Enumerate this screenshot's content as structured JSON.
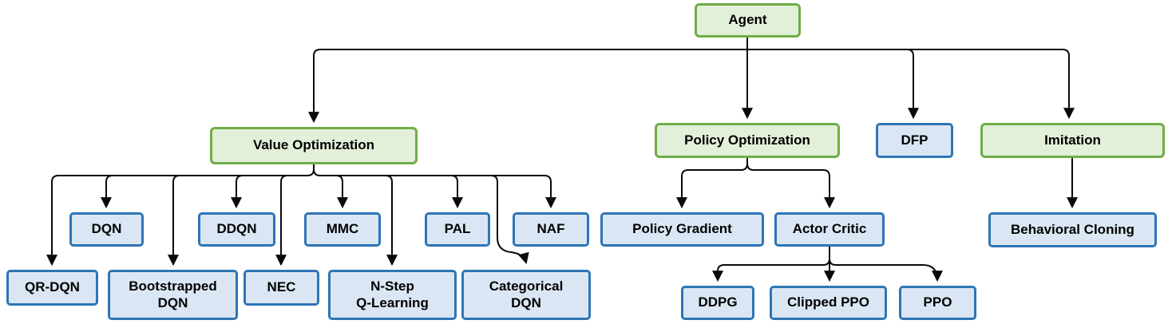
{
  "diagram": {
    "type": "tree",
    "colors": {
      "category_fill": "#e2efd9",
      "category_border": "#70ad47",
      "algorithm_fill": "#dae6f3",
      "algorithm_border": "#2e75b6",
      "edge_color": "#0a0a0a",
      "background": "#ffffff",
      "text": "#000000"
    },
    "nodes": {
      "agent": {
        "label": "Agent",
        "type": "category"
      },
      "value_optimization": {
        "label": "Value Optimization",
        "type": "category"
      },
      "policy_optimization": {
        "label": "Policy Optimization",
        "type": "category"
      },
      "dfp": {
        "label": "DFP",
        "type": "algorithm"
      },
      "imitation": {
        "label": "Imitation",
        "type": "category"
      },
      "dqn": {
        "label": "DQN",
        "type": "algorithm"
      },
      "ddqn": {
        "label": "DDQN",
        "type": "algorithm"
      },
      "mmc": {
        "label": "MMC",
        "type": "algorithm"
      },
      "pal": {
        "label": "PAL",
        "type": "algorithm"
      },
      "naf": {
        "label": "NAF",
        "type": "algorithm"
      },
      "qr_dqn": {
        "label": "QR-DQN",
        "type": "algorithm"
      },
      "bootstrapped_dqn": {
        "label": "Bootstrapped\nDQN",
        "type": "algorithm"
      },
      "nec": {
        "label": "NEC",
        "type": "algorithm"
      },
      "n_step_q_learning": {
        "label": "N-Step\nQ-Learning",
        "type": "algorithm"
      },
      "categorical_dqn": {
        "label": "Categorical\nDQN",
        "type": "algorithm"
      },
      "policy_gradient": {
        "label": "Policy Gradient",
        "type": "algorithm"
      },
      "actor_critic": {
        "label": "Actor Critic",
        "type": "algorithm"
      },
      "behavioral_cloning": {
        "label": "Behavioral Cloning",
        "type": "algorithm"
      },
      "ddpg": {
        "label": "DDPG",
        "type": "algorithm"
      },
      "clipped_ppo": {
        "label": "Clipped PPO",
        "type": "algorithm"
      },
      "ppo": {
        "label": "PPO",
        "type": "algorithm"
      }
    },
    "edges": [
      {
        "from": "agent",
        "to": "value_optimization"
      },
      {
        "from": "agent",
        "to": "policy_optimization"
      },
      {
        "from": "agent",
        "to": "dfp"
      },
      {
        "from": "agent",
        "to": "imitation"
      },
      {
        "from": "value_optimization",
        "to": "qr_dqn"
      },
      {
        "from": "value_optimization",
        "to": "dqn"
      },
      {
        "from": "value_optimization",
        "to": "bootstrapped_dqn"
      },
      {
        "from": "value_optimization",
        "to": "ddqn"
      },
      {
        "from": "value_optimization",
        "to": "nec"
      },
      {
        "from": "value_optimization",
        "to": "mmc"
      },
      {
        "from": "value_optimization",
        "to": "n_step_q_learning"
      },
      {
        "from": "value_optimization",
        "to": "pal"
      },
      {
        "from": "value_optimization",
        "to": "categorical_dqn"
      },
      {
        "from": "value_optimization",
        "to": "naf"
      },
      {
        "from": "policy_optimization",
        "to": "policy_gradient"
      },
      {
        "from": "policy_optimization",
        "to": "actor_critic"
      },
      {
        "from": "actor_critic",
        "to": "ddpg"
      },
      {
        "from": "actor_critic",
        "to": "clipped_ppo"
      },
      {
        "from": "actor_critic",
        "to": "ppo"
      },
      {
        "from": "imitation",
        "to": "behavioral_cloning"
      }
    ]
  }
}
